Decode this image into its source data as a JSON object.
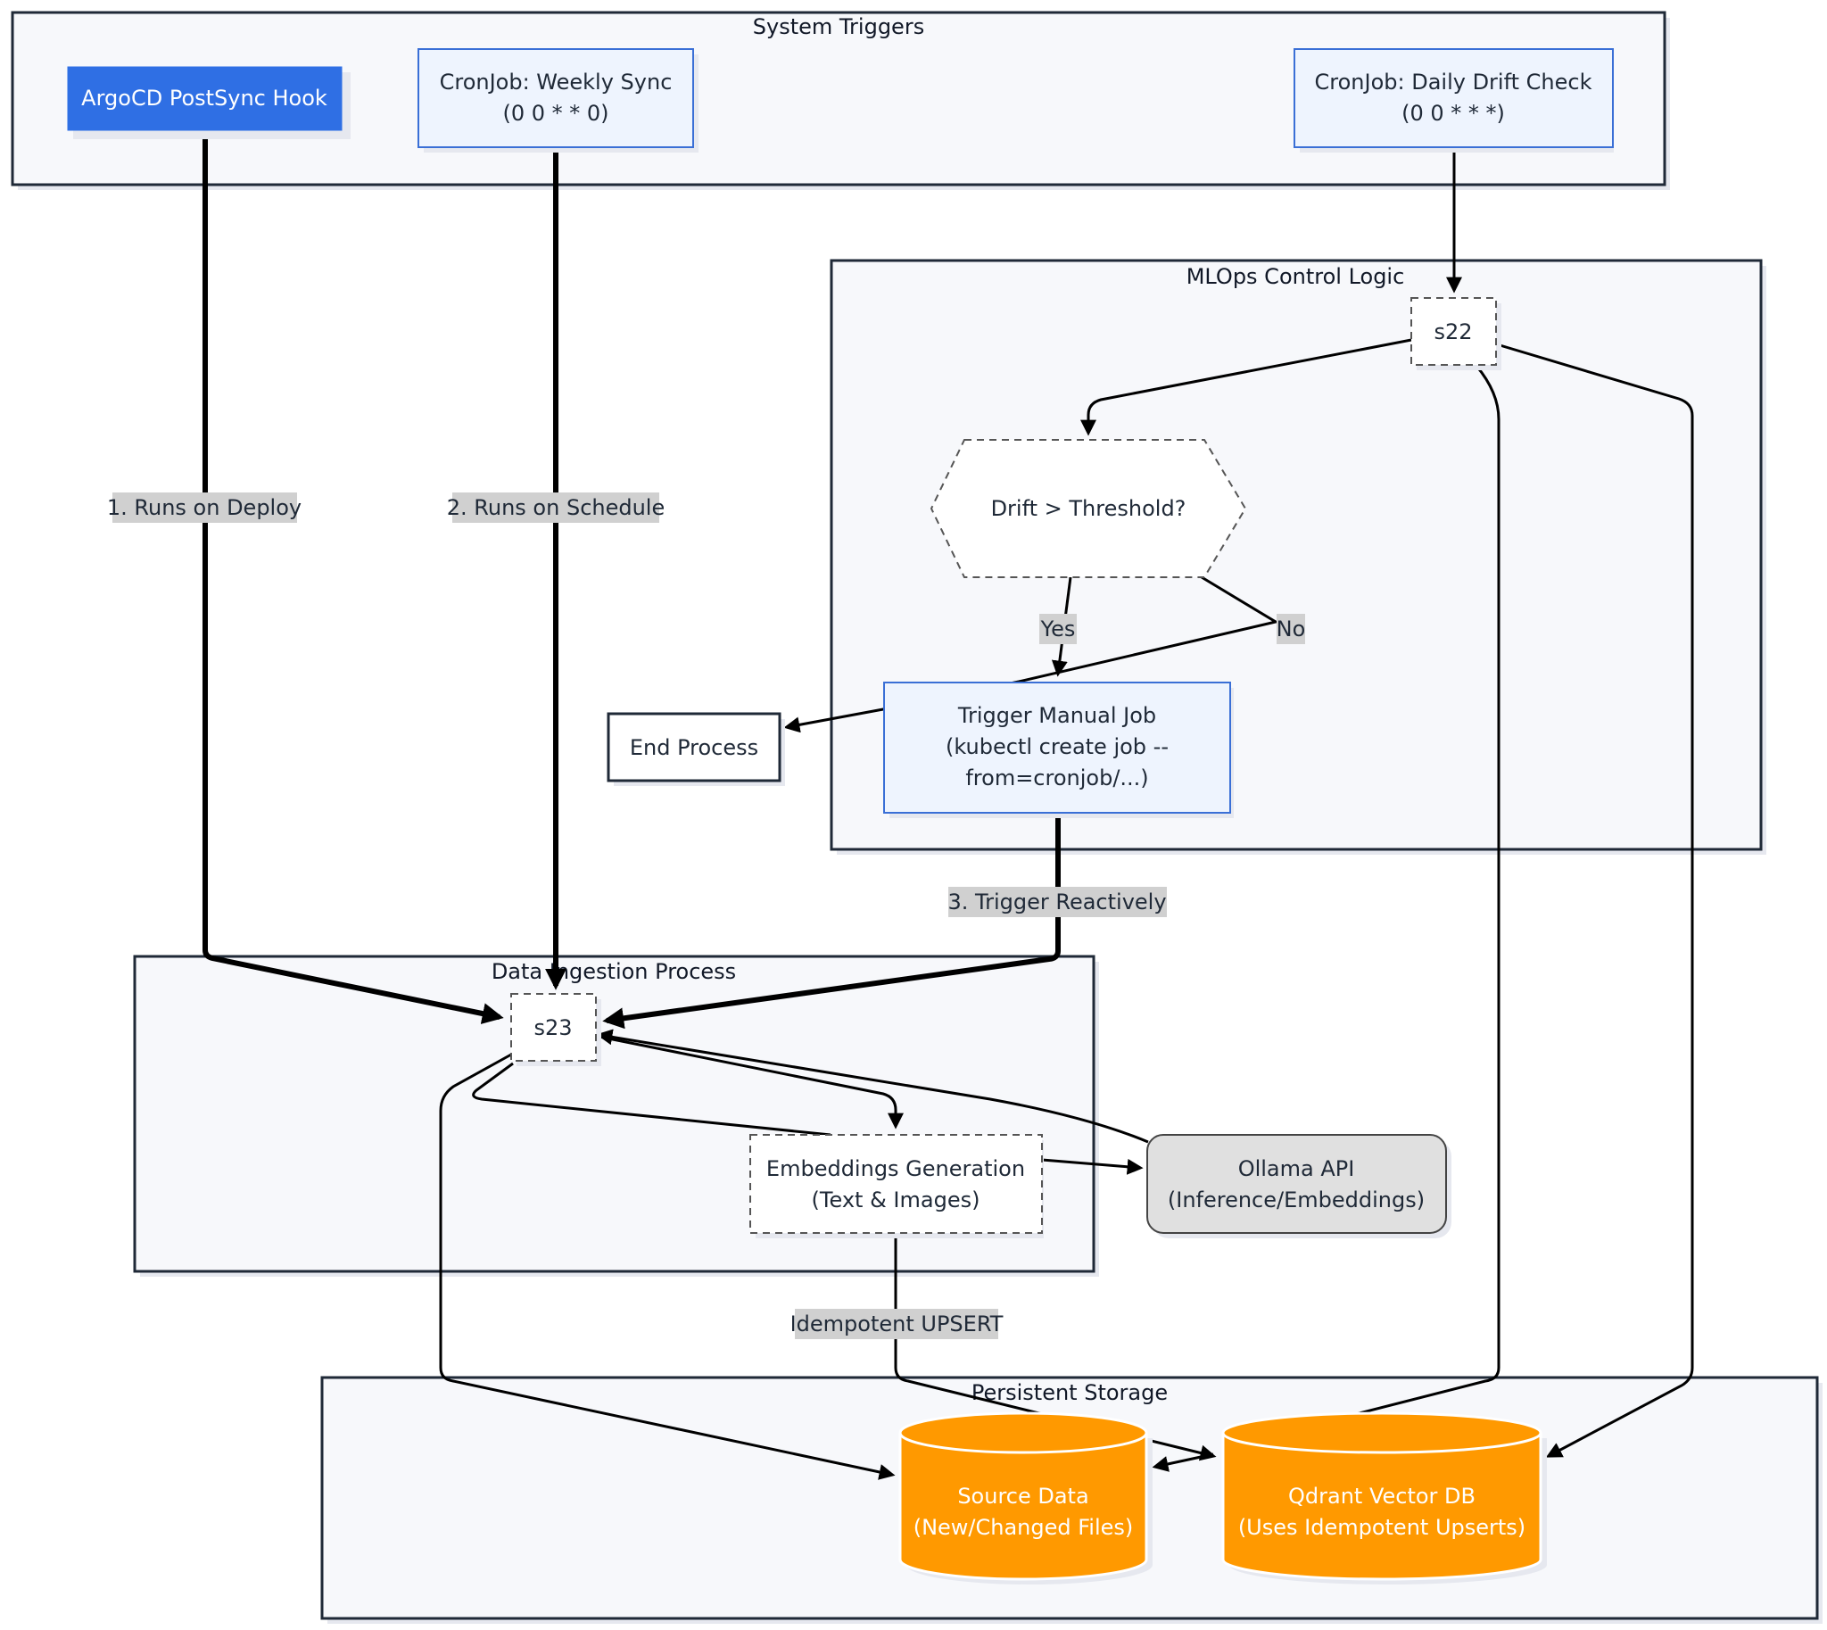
{
  "clusters": {
    "system_triggers": "System Triggers",
    "mlops_control": "MLOps Control Logic",
    "data_ingestion": "Data Ingestion Process",
    "persistent_storage": "Persistent Storage"
  },
  "nodes": {
    "argocd": "ArgoCD PostSync Hook",
    "weekly_line1": "CronJob: Weekly Sync",
    "weekly_line2": "(0 0 * * 0)",
    "daily_line1": "CronJob: Daily Drift Check",
    "daily_line2": "(0 0 * * *)",
    "s22": "s22",
    "drift": "Drift > Threshold?",
    "trigger_line1": "Trigger Manual Job",
    "trigger_line2": "(kubectl create job --",
    "trigger_line3": "from=cronjob/...)",
    "end_process": "End Process",
    "s23": "s23",
    "embed_line1": "Embeddings Generation",
    "embed_line2": "(Text & Images)",
    "ollama_line1": "Ollama API",
    "ollama_line2": "(Inference/Embeddings)",
    "source_line1": "Source Data",
    "source_line2": "(New/Changed Files)",
    "qdrant_line1": "Qdrant Vector DB",
    "qdrant_line2": "(Uses Idempotent Upserts)"
  },
  "edge_labels": {
    "runs_on_deploy": "1. Runs on Deploy",
    "runs_on_schedule": "2. Runs on Schedule",
    "trigger_reactively": "3. Trigger Reactively",
    "yes": "Yes",
    "no": "No",
    "idempotent_upsert": "Idempotent UPSERT"
  },
  "colors": {
    "primary_blue": "#2f6fe4",
    "light_blue": "#eef4fe",
    "database_orange": "#ff9900",
    "cluster_bg": "#f7f8fb",
    "edge_label_bg": "#d0d0d0"
  }
}
